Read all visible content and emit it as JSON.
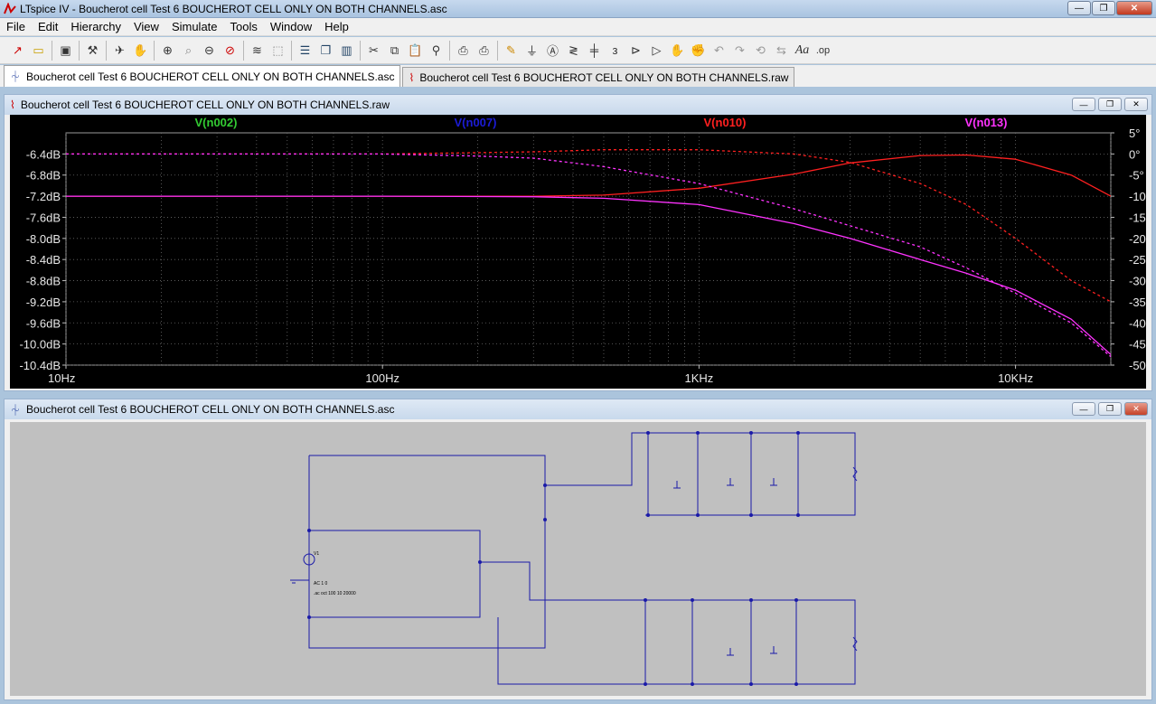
{
  "window": {
    "title": "LTspice IV - Boucherot cell Test 6 BOUCHEROT CELL ONLY ON BOTH CHANNELS.asc",
    "buttons": {
      "minimize": "—",
      "restore": "❐",
      "close": "✕"
    }
  },
  "menu": [
    "File",
    "Edit",
    "Hierarchy",
    "View",
    "Simulate",
    "Tools",
    "Window",
    "Help"
  ],
  "toolbar": [
    "open-schematic-icon",
    "open-file-icon",
    "save-icon",
    "hammer-icon",
    "run-icon",
    "pan-hand-icon",
    "zoom-in-icon",
    "zoom-rect-icon",
    "zoom-out-icon",
    "zoom-cancel-icon",
    "autorange-icon",
    "zoom-fit-icon",
    "tile-horizontal-icon",
    "cascade-icon",
    "tile-vertical-icon",
    "cut-icon",
    "copy-icon",
    "paste-icon",
    "find-icon",
    "print-setup-icon",
    "print-icon",
    "wire-icon",
    "ground-icon",
    "label-icon",
    "resistor-icon",
    "capacitor-icon",
    "inductor-icon",
    "diode-icon",
    "component-icon",
    "move-icon",
    "drag-icon",
    "undo-icon",
    "redo-icon",
    "rotate-icon",
    "mirror-icon",
    "text-icon",
    "spice-directive-icon"
  ],
  "tabs": [
    {
      "label": "Boucherot cell Test 6 BOUCHEROT CELL ONLY ON BOTH CHANNELS.asc",
      "active": true
    },
    {
      "label": "Boucherot cell Test 6 BOUCHEROT CELL ONLY ON BOTH CHANNELS.raw",
      "active": false
    }
  ],
  "plot_window": {
    "title": "Boucherot cell Test 6 BOUCHEROT CELL ONLY ON BOTH CHANNELS.raw"
  },
  "schematic_window": {
    "title": "Boucherot cell Test 6 BOUCHEROT CELL ONLY ON BOTH CHANNELS.asc",
    "labels": {
      "source": "V1",
      "source_ac": "AC 1 0",
      "directive": ".ac oct 100 10 20000"
    }
  },
  "chart_data": {
    "type": "line",
    "x_scale": "log",
    "xlim": [
      10,
      20000
    ],
    "ylim_left_db": [
      -10.4,
      -6.0
    ],
    "ylim_right_deg": [
      -50,
      5
    ],
    "x_ticks": [
      "10Hz",
      "100Hz",
      "1KHz",
      "10KHz"
    ],
    "x_tick_values": [
      10,
      100,
      1000,
      10000
    ],
    "y_left_ticks": [
      "-6.4dB",
      "-6.8dB",
      "-7.2dB",
      "-7.6dB",
      "-8.0dB",
      "-8.4dB",
      "-8.8dB",
      "-9.2dB",
      "-9.6dB",
      "-10.0dB",
      "-10.4dB"
    ],
    "y_left_values": [
      -6.4,
      -6.8,
      -7.2,
      -7.6,
      -8.0,
      -8.4,
      -8.8,
      -9.2,
      -9.6,
      -10.0,
      -10.4
    ],
    "y_right_ticks": [
      "5°",
      "0°",
      "-5°",
      "-10°",
      "-15°",
      "-20°",
      "-25°",
      "-30°",
      "-35°",
      "-40°",
      "-45°",
      "-50°"
    ],
    "y_right_values": [
      5,
      0,
      -5,
      -10,
      -15,
      -20,
      -25,
      -30,
      -35,
      -40,
      -45,
      -50
    ],
    "grid": true,
    "legend": [
      {
        "name": "V(n002)",
        "color": "#33cc33"
      },
      {
        "name": "V(n007)",
        "color": "#1c1cd6"
      },
      {
        "name": "V(n010)",
        "color": "#ff2020"
      },
      {
        "name": "V(n013)",
        "color": "#ff33ff"
      }
    ],
    "series": [
      {
        "name": "V(n010) magnitude",
        "color": "#ff2020",
        "dash": false,
        "x": [
          10,
          100,
          300,
          500,
          1000,
          2000,
          3000,
          5000,
          7000,
          10000,
          15000,
          20000
        ],
        "y_db": [
          -7.2,
          -7.2,
          -7.2,
          -7.18,
          -7.05,
          -6.78,
          -6.57,
          -6.43,
          -6.42,
          -6.5,
          -6.8,
          -7.2
        ]
      },
      {
        "name": "V(n010) phase",
        "color": "#ff2020",
        "dash": true,
        "axis": "right",
        "x": [
          10,
          100,
          300,
          500,
          1000,
          2000,
          3000,
          5000,
          7000,
          10000,
          15000,
          20000
        ],
        "y_deg": [
          0,
          0,
          0.5,
          1,
          1,
          0,
          -2,
          -7,
          -12,
          -20,
          -30,
          -35
        ]
      },
      {
        "name": "V(n013) magnitude",
        "color": "#ff33ff",
        "dash": false,
        "x": [
          10,
          100,
          300,
          500,
          1000,
          2000,
          3000,
          5000,
          7000,
          10000,
          15000,
          20000
        ],
        "y_db": [
          -7.2,
          -7.2,
          -7.21,
          -7.24,
          -7.36,
          -7.72,
          -8.0,
          -8.4,
          -8.66,
          -8.98,
          -9.53,
          -10.2
        ]
      },
      {
        "name": "V(n013) phase",
        "color": "#ff33ff",
        "dash": true,
        "axis": "right",
        "x": [
          10,
          100,
          200,
          300,
          500,
          1000,
          2000,
          3000,
          5000,
          7000,
          10000,
          15000,
          20000
        ],
        "y_deg": [
          0,
          0,
          -0.5,
          -1,
          -3,
          -7,
          -13,
          -17,
          -22,
          -27,
          -33,
          -40,
          -48
        ]
      }
    ]
  }
}
